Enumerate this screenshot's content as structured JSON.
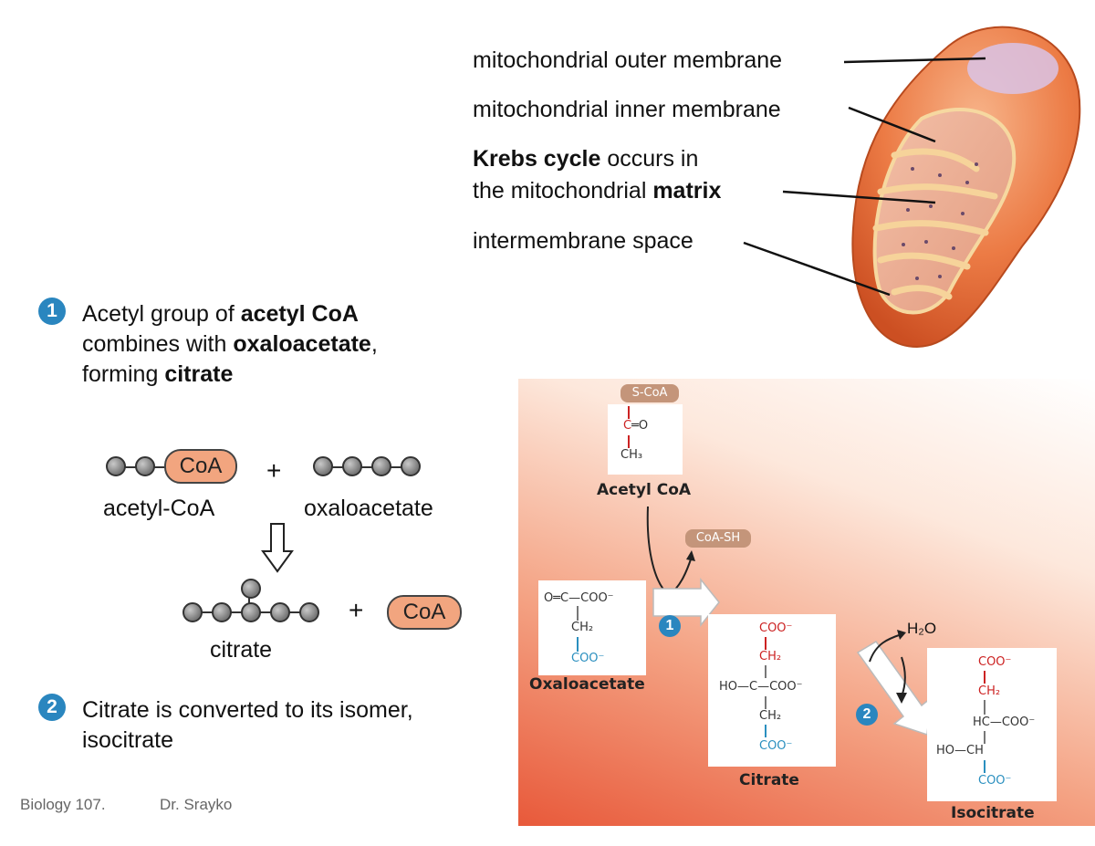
{
  "mito_labels": {
    "outer": "mitochondrial outer membrane",
    "inner": "mitochondrial inner membrane",
    "krebs_bold": "Krebs cycle",
    "krebs_rest": " occurs in",
    "matrix_pre": "the mitochondrial ",
    "matrix_bold": "matrix",
    "intermembrane": "intermembrane space"
  },
  "step1": {
    "number": "1",
    "line1_pre": "Acetyl group of ",
    "line1_bold": "acetyl CoA",
    "line2_pre": "combines with ",
    "line2_bold": "oxaloacetate",
    "line2_post": ",",
    "line3_pre": "forming ",
    "line3_bold": "citrate"
  },
  "step2": {
    "number": "2",
    "line1": "Citrate is converted to its isomer,",
    "line2": "isocitrate"
  },
  "schematic": {
    "coa": "CoA",
    "plus": "+",
    "acetyl_label": "acetyl-CoA",
    "oxalo_label": "oxaloacetate",
    "citrate_label": "citrate"
  },
  "footer": {
    "course": "Biology 107.",
    "author": "Dr. Srayko"
  },
  "reaction": {
    "acetyl_coa": {
      "chip": "S-CoA",
      "carbonyl_c": "C",
      "carbonyl_o": "═O",
      "methyl": "CH₃",
      "name": "Acetyl CoA"
    },
    "coa_sh": "CoA-SH",
    "oxaloacetate": {
      "top": "O═C—COO⁻",
      "mid": "CH₂",
      "bottom": "COO⁻",
      "name": "Oxaloacetate"
    },
    "citrate": {
      "top": "COO⁻",
      "ch2a": "CH₂",
      "center": "HO—C—COO⁻",
      "ch2b": "CH₂",
      "bottom": "COO⁻",
      "name": "Citrate"
    },
    "isocitrate": {
      "top": "COO⁻",
      "ch2": "CH₂",
      "hc": "HC—COO⁻",
      "hoch": "HO—CH",
      "bottom": "COO⁻",
      "name": "Isocitrate"
    },
    "water": "H₂O",
    "step1_num": "1",
    "step2_num": "2"
  },
  "colors": {
    "badge": "#2a86bf",
    "coa_fill": "#f2a57f",
    "mito": "#e8703a",
    "gradient_top": "#fdeee6",
    "gradient_bottom": "#e8593a"
  }
}
